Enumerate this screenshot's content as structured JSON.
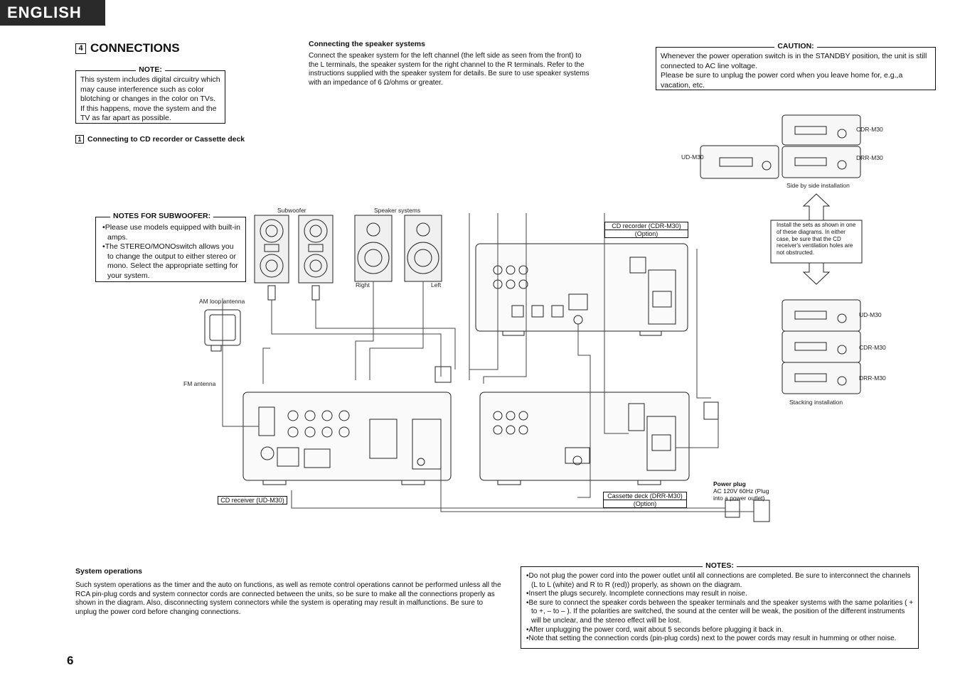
{
  "header": {
    "language_tab": "ENGLISH"
  },
  "section": {
    "number": "4",
    "title": "CONNECTIONS"
  },
  "note_box": {
    "title": "NOTE:",
    "text": "This system includes digital circuitry which may cause interference such as color blotching or changes in the color on TVs. If this happens, move the system and the TV as far apart as possible."
  },
  "subsection": {
    "number": "1",
    "title": "Connecting to CD recorder or Cassette deck"
  },
  "speaker_section": {
    "heading": "Connecting the speaker systems",
    "text": "Connect the speaker system for the left channel (the left side as seen from the front) to the L terminals, the speaker system for the right channel to the R terminals. Refer to the instructions supplied with the speaker system for details. Be sure to use speaker systems with an impedance of 6 Ω/ohms or greater."
  },
  "caution_box": {
    "title": "CAUTION:",
    "line1": "Whenever the power operation switch is in the STANDBY position, the unit is still connected to AC line voltage.",
    "line2": "Please be sure to unplug the power cord when you leave home for, e.g.,a vacation, etc."
  },
  "subwoofer_notes": {
    "title": "NOTES FOR SUBWOOFER:",
    "items": [
      "Please use models equipped with built-in amps.",
      "The STEREO/MONOswitch allows you to change the output to either stereo or mono. Select the appropriate setting for your system."
    ]
  },
  "diagram_labels": {
    "subwoofer": "Subwoofer",
    "speaker_systems": "Speaker systems",
    "right": "Right",
    "left": "Left",
    "am_antenna": "AM loop antenna",
    "fm_antenna": "FM antenna",
    "cd_recorder": "CD recorder (CDR-M30)",
    "cd_recorder_option": "(Option)",
    "cd_receiver": "CD receiver (UD-M30)",
    "cassette_deck": "Cassette deck (DRR-M30)",
    "cassette_option": "(Option)",
    "power_plug_title": "Power plug",
    "power_plug_text": "AC 120V 60Hz (Plug into a power outlet)",
    "ud_m30_side": "UD-M30",
    "cdr_m30_side": "CDR-M30",
    "drr_m30_side": "DRR-M30",
    "side_by_side": "Side by side installation",
    "install_note": "Install the sets as shown in one of these diagrams. In either case, be sure that the CD receiver's ventilation holes are not obstructed.",
    "ud_m30_stack": "UD-M30",
    "cdr_m30_stack": "CDR-M30",
    "drr_m30_stack": "DRR-M30",
    "stacking": "Stacking installation"
  },
  "system_operations": {
    "heading": "System operations",
    "text": "Such system operations as the timer and the auto on functions, as well as remote control operations cannot be performed unless all the RCA pin-plug cords and system connector cords are connected between the units, so be sure to make all the connections properly as shown in the diagram. Also, disconnecting system connectors while the system is operating may result in malfunctions. Be sure to unplug the power cord before changing connections."
  },
  "notes_box": {
    "title": "NOTES:",
    "items": [
      "Do not plug the power cord into the power outlet until all connections are completed. Be sure to interconnect the channels (L to L (white) and R to R (red)) properly, as shown on the diagram.",
      "Insert the plugs securely. Incomplete connections may result in noise.",
      "Be sure to connect the speaker cords between the speaker terminals and the speaker systems with the same polarities ( + to +, – to – ). If the polarities are switched, the sound at the center will be weak, the position of the different instruments will be unclear, and the stereo effect will be lost.",
      "After unplugging the power cord, wait about 5 seconds before plugging it back in.",
      "Note that setting the connection cords (pin-plug cords) next to the power cords may result in humming or other noise."
    ]
  },
  "page_number": "6"
}
